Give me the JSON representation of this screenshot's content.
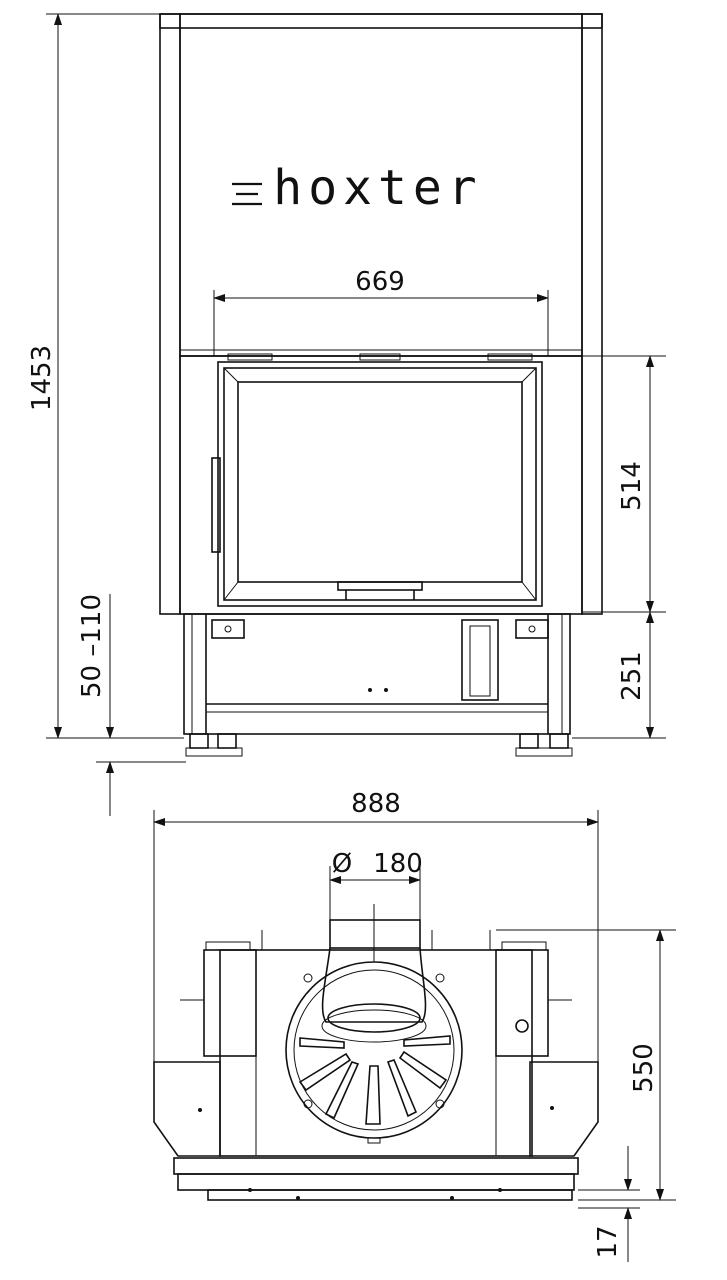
{
  "brand": {
    "logo": "hoxter"
  },
  "dimensions": {
    "total_height": "1453",
    "glass_width": "669",
    "door_height": "514",
    "base_height": "251",
    "feet_range": "50 –110",
    "total_width": "888",
    "flue_diameter_symbol": "Ø",
    "flue_diameter": "180",
    "depth": "550",
    "offset": "17"
  }
}
